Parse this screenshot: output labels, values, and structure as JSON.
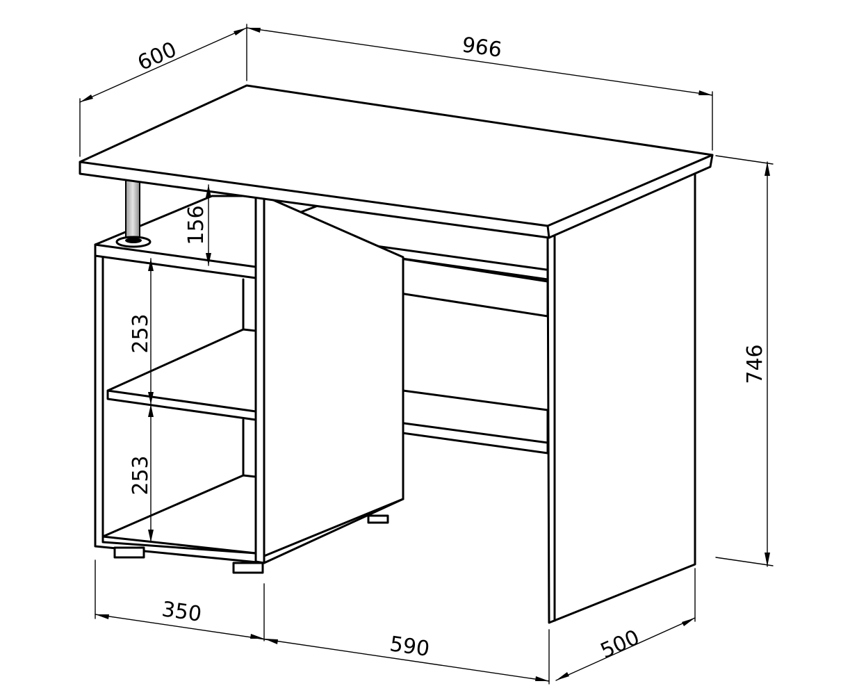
{
  "colors": {
    "stroke": "#000000",
    "background": "#ffffff",
    "leg": "#bdbdbd"
  },
  "dimensions": {
    "depth_top": "600",
    "width_total": "966",
    "height_total": "746",
    "top_shelf_gap": "156",
    "shelf_gap_upper": "253",
    "shelf_gap_lower": "253",
    "cabinet_width": "350",
    "knee_space_width": "590",
    "side_depth": "500"
  }
}
